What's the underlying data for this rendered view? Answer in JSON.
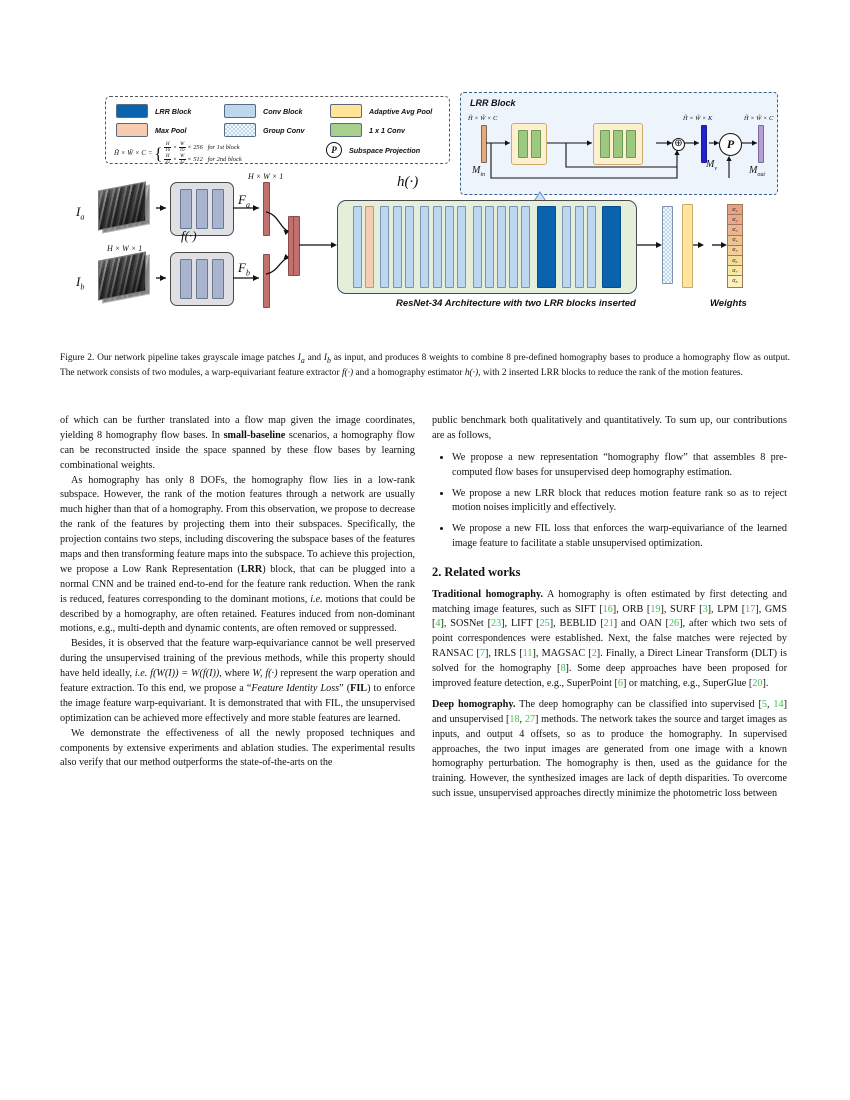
{
  "figure": {
    "legend": {
      "items": [
        {
          "label": "LRR Block",
          "swatch": "lrr-block-swatch"
        },
        {
          "label": "Conv Block",
          "swatch": "conv-block-swatch"
        },
        {
          "label": "Adaptive Avg Pool",
          "swatch": "adaptive-avg-pool-swatch"
        },
        {
          "label": "Max Pool",
          "swatch": "max-pool-swatch"
        },
        {
          "label": "Group Conv",
          "swatch": "group-conv-swatch"
        },
        {
          "label": "1 x 1 Conv",
          "swatch": "one-by-one-conv-swatch"
        },
        {
          "label": "Subspace Projection",
          "swatch": "p-circle-icon"
        }
      ],
      "p_symbol": "P",
      "formula": {
        "lhs": "H̃ × W̃ × C =",
        "case1_num1": "H",
        "case1_den1": "16",
        "case1_num2": "W",
        "case1_den2": "16",
        "case1_channels": "× 256",
        "case1_text": "for 1st block",
        "case2_num1": "H",
        "case2_den1": "32",
        "case2_num2": "W",
        "case2_den2": "32",
        "case2_channels": "× 512",
        "case2_text": "for 2nd block"
      }
    },
    "lrr_detail": {
      "title": "LRR Block",
      "dim_in": "H̃ × W̃ × C",
      "dim_mv": "H̃ × W̃ × K",
      "dim_out": "H̃ × W̃ × C",
      "label_in": "M",
      "label_in_sub": "in",
      "label_mv": "M",
      "label_mv_sub": "v",
      "label_out": "M",
      "label_out_sub": "out",
      "p_symbol": "P",
      "plus_symbol": "⊕"
    },
    "pipeline": {
      "input_a": "I",
      "input_a_sub": "a",
      "input_b": "I",
      "input_b_sub": "b",
      "input_dim_a": "H × W × 1",
      "input_dim_b": "H × W × 1",
      "extractor_label": "f(·)",
      "feature_a": "F",
      "feature_a_sub": "a",
      "feature_b": "F",
      "feature_b_sub": "b",
      "estimator_label": "h(·)",
      "resnet_caption": "ResNet-34 Architecture with two LRR blocks inserted",
      "weights_caption": "Weights",
      "weights": [
        "α₁",
        "α₂",
        "α₃",
        "α₄",
        "α₅",
        "α₆",
        "α₇",
        "α₈"
      ]
    },
    "colors": {
      "lrr_block": "#0a63ad",
      "conv_block": "#bdd7ee",
      "max_pool": "#f7cdb2",
      "adaptive_avg_pool": "#ffe49a",
      "one_by_one_conv": "#a9cf8f",
      "resnet_bg": "#e4efdb",
      "lrr_panel_bg": "#eef4fb",
      "citation_green": "#3fbf52"
    }
  },
  "caption": {
    "number": "Figure 2.",
    "text_1": " Our network pipeline takes grayscale image patches ",
    "ia": "I",
    "ia_sub": "a",
    "text_2": " and ",
    "ib": "I",
    "ib_sub": "b",
    "text_3": " as input, and produces 8 weights to combine 8 pre-defined homography bases to produce a homography flow as output. The network consists of two modules, a warp-equivariant feature extractor ",
    "f": "f(·)",
    "text_4": " and a homography estimator ",
    "h": "h(·)",
    "text_5": ", with 2 inserted LRR blocks to reduce the rank of the motion features."
  },
  "left_column": {
    "para_1_a": "of which can be further translated into a flow map given the image coordinates, yielding 8 homography flow bases. In ",
    "para_1_bold": "small-baseline",
    "para_1_b": " scenarios, a homography flow can be reconstructed inside the space spanned by these flow bases by learning combinational weights.",
    "para_2_a": "As homography has only 8 DOFs, the homography flow lies in a low-rank subspace. However, the rank of the motion features through a network are usually much higher than that of a homography. From this observation, we propose to decrease the rank of the features by projecting them into their subspaces. Specifically, the projection contains two steps, including discovering the subspace bases of the features maps and then transforming feature maps into the subspace. To achieve this projection, we propose a Low Rank Representation (",
    "para_2_bold": "LRR",
    "para_2_b": ") block, that can be plugged into a normal CNN and be trained end-to-end for the feature rank reduction. When the rank is reduced, features corresponding to the dominant motions, ",
    "para_2_italic": "i.e.",
    "para_2_c": " motions that could be described by a homography, are often retained. Features induced from non-dominant motions, e.g., multi-depth and dynamic contents, are often removed or suppressed.",
    "para_3_a": "Besides, it is observed that the feature warp-equivariance cannot be well preserved during the unsupervised training of the previous methods, while this property should have held ideally, ",
    "para_3_ie": "i.e.",
    "para_3_eq": " f(W(I)) = W(f(I))",
    "para_3_b": ", where ",
    "para_3_wf": "W, f(·)",
    "para_3_c": " represent the warp operation and feature extraction. To this end, we propose a “",
    "para_3_fil_italic": "Feature Identity Loss",
    "para_3_d": "” (",
    "para_3_fil_bold": "FIL",
    "para_3_e": ") to enforce the image feature warp-equivariant. It is demonstrated that with FIL, the unsupervised optimization can be achieved more effectively and more stable features are learned.",
    "para_4": "We demonstrate the effectiveness of all the newly proposed techniques and components by extensive experiments and ablation studies. The experimental results also verify that our method outperforms the state-of-the-arts on the"
  },
  "right_column": {
    "para_1": "public benchmark both qualitatively and quantitatively. To sum up, our contributions are as follows,",
    "bullets": [
      "We propose a new representation “homography flow” that assembles 8 pre-computed flow bases for unsupervised deep homography estimation.",
      "We propose a new LRR block that reduces motion feature rank so as to reject motion noises implicitly and effectively.",
      "We propose a new FIL loss that enforces the warp-equivariance of the learned image feature to facilitate a stable unsupervised optimization."
    ],
    "section_heading": "2. Related works",
    "trad_heading": "Traditional homography.",
    "trad_text_1": "  A homography is often estimated by first detecting and matching image features, such as SIFT [",
    "trad_c16": "16",
    "trad_text_2": "], ORB [",
    "trad_c19": "19",
    "trad_text_3": "], SURF [",
    "trad_c3": "3",
    "trad_text_4": "], LPM [",
    "trad_c17": "17",
    "trad_text_5": "], GMS [",
    "trad_c4": "4",
    "trad_text_6": "], SOSNet [",
    "trad_c23": "23",
    "trad_text_7": "], LIFT [",
    "trad_c25": "25",
    "trad_text_8": "], BEBLID [",
    "trad_c21": "21",
    "trad_text_9": "] and OAN [",
    "trad_c26": "26",
    "trad_text_10": "], after which two sets of point correspondences were established. Next, the false matches were rejected by RANSAC [",
    "trad_c7": "7",
    "trad_text_11": "], IRLS [",
    "trad_c11": "11",
    "trad_text_12": "], MAGSAC [",
    "trad_c2": "2",
    "trad_text_13": "]. Finally, a Direct Linear Transform (DLT) is solved for the homography [",
    "trad_c8": "8",
    "trad_text_14": "]. Some deep approaches have been proposed for improved feature detection, e.g., SuperPoint [",
    "trad_c6": "6",
    "trad_text_15": "] or matching, e.g., SuperGlue [",
    "trad_c20": "20",
    "trad_text_16": "].",
    "deep_heading": "Deep homography.",
    "deep_text_1": "  The deep homography can be classified into supervised [",
    "deep_c5": "5",
    "deep_text_2": ", ",
    "deep_c14": "14",
    "deep_text_3": "] and unsupervised [",
    "deep_c18": "18",
    "deep_text_4": ", ",
    "deep_c27": "27",
    "deep_text_5": "] methods. The network takes the source and target images as inputs, and output 4 offsets, so as to produce the homography. In supervised approaches, the two input images are generated from one image with a known homography perturbation. The homography is then, used as the guidance for the training. However, the synthesized images are lack of depth disparities. To overcome such issue, unsupervised approaches directly minimize the photometric loss between"
  }
}
